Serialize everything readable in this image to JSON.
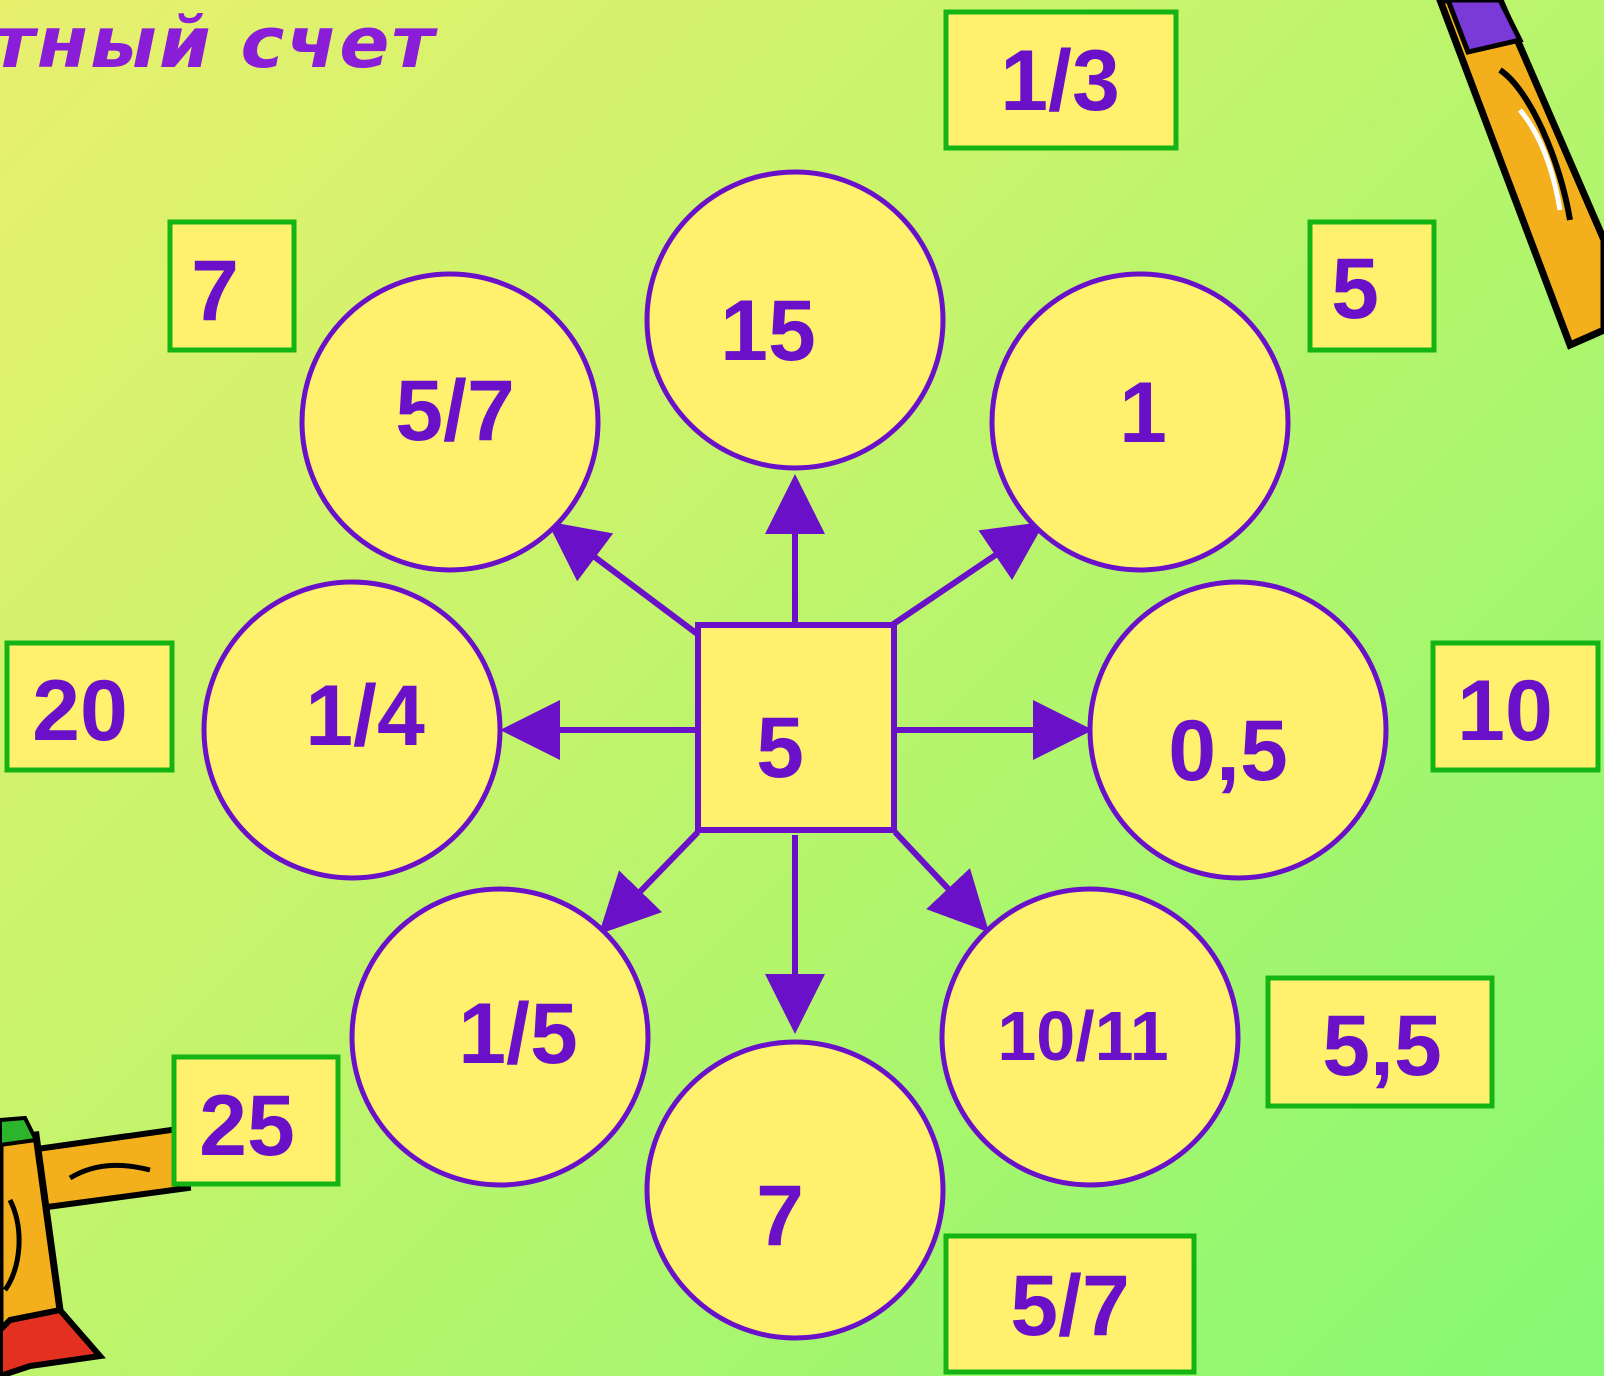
{
  "title": "тный счет",
  "center": "5",
  "circles": {
    "top": "15",
    "top_left": "5/7",
    "top_right": "1",
    "left": "1/4",
    "right": "0,5",
    "bottom_left": "1/5",
    "bottom": "7",
    "bottom_right": "10/11"
  },
  "answers": {
    "top": "1/3",
    "top_left": "7",
    "top_right": "5",
    "left": "20",
    "right": "10",
    "bottom_left": "25",
    "bottom": "5/7",
    "bottom_right": "5,5"
  },
  "colors": {
    "stroke": "#6a10c8",
    "circle_fill": "#fff06e",
    "answer_border": "#14b414",
    "text": "#6a10c8"
  },
  "icons": [
    "pencil-icon-top-right",
    "pencil-icon-bottom-left"
  ]
}
